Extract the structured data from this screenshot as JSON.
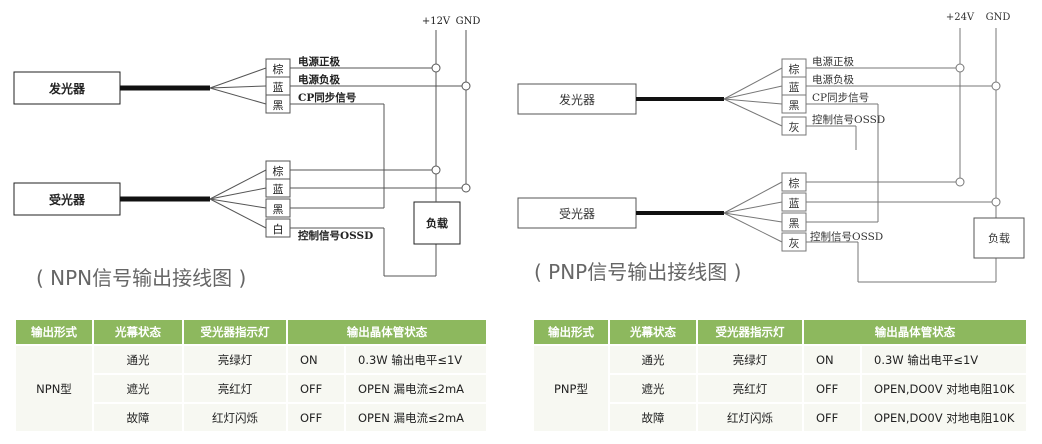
{
  "npn": {
    "emitter": "发光器",
    "receiver": "受光器",
    "supply_pos": "+12V",
    "gnd": "GND",
    "emitter_wires": [
      {
        "color": "棕",
        "label": "电源正极"
      },
      {
        "color": "蓝",
        "label": "电源负极"
      },
      {
        "color": "黑",
        "label": "CP同步信号"
      }
    ],
    "receiver_wires": [
      {
        "color": "棕",
        "label": ""
      },
      {
        "color": "蓝",
        "label": ""
      },
      {
        "color": "黑",
        "label": ""
      },
      {
        "color": "白",
        "label": "控制信号OSSD"
      }
    ],
    "load": "负载",
    "caption": "( NPN信号输出接线图 )"
  },
  "pnp": {
    "emitter": "发光器",
    "receiver": "受光器",
    "supply_pos": "+24V",
    "gnd": "GND",
    "emitter_wires": [
      {
        "color": "棕",
        "label": "电源正极"
      },
      {
        "color": "蓝",
        "label": "电源负极"
      },
      {
        "color": "黑",
        "label": "CP同步信号"
      },
      {
        "color": "灰",
        "label": "控制信号OSSD"
      }
    ],
    "receiver_wires": [
      {
        "color": "棕",
        "label": ""
      },
      {
        "color": "蓝",
        "label": ""
      },
      {
        "color": "黑",
        "label": ""
      },
      {
        "color": "灰",
        "label": "控制信号OSSD"
      }
    ],
    "load": "负载",
    "caption": "( PNP信号输出接线图 )"
  },
  "table_headers": [
    "输出形式",
    "光幕状态",
    "受光器指示灯",
    "输出晶体管状态"
  ],
  "npn_table": {
    "type": "NPN型",
    "rows": [
      {
        "state": "通光",
        "led": "亮绿灯",
        "switch": "ON",
        "desc": "0.3W  输出电平≤1V"
      },
      {
        "state": "遮光",
        "led": "亮红灯",
        "switch": "OFF",
        "desc": "OPEN  漏电流≤2mA"
      },
      {
        "state": "故障",
        "led": "红灯闪烁",
        "switch": "OFF",
        "desc": "OPEN  漏电流≤2mA"
      }
    ]
  },
  "pnp_table": {
    "type": "PNP型",
    "rows": [
      {
        "state": "通光",
        "led": "亮绿灯",
        "switch": "ON",
        "desc": "0.3W  输出电平≤1V"
      },
      {
        "state": "遮光",
        "led": "亮红灯",
        "switch": "OFF",
        "desc": "OPEN,DO0V 对地电阻10K"
      },
      {
        "state": "故障",
        "led": "红灯闪烁",
        "switch": "OFF",
        "desc": "OPEN,DO0V 对地电阻10K"
      }
    ]
  }
}
